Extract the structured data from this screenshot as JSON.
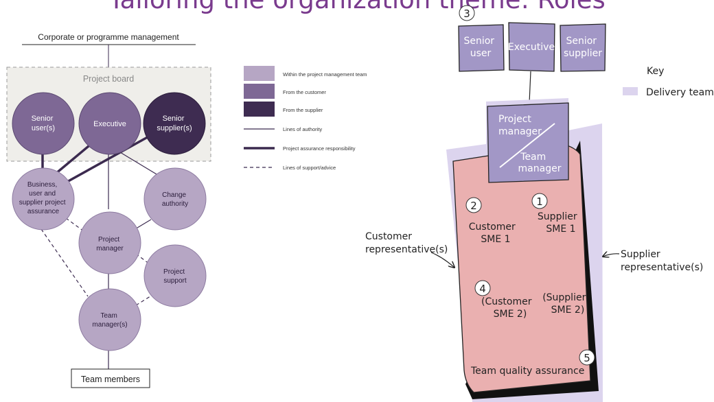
{
  "slide": {
    "title": "Tailoring the organization theme: Roles"
  },
  "left_diagram": {
    "top_label": "Corporate or programme management",
    "project_board_label": "Project board",
    "nodes": {
      "senior_user": [
        "Senior",
        "user(s)"
      ],
      "executive": [
        "Executive"
      ],
      "senior_supplier": [
        "Senior",
        "supplier(s)"
      ],
      "assurance": [
        "Business,",
        "user and",
        "supplier project",
        "assurance"
      ],
      "change_authority": [
        "Change",
        "authority"
      ],
      "project_manager": [
        "Project",
        "manager"
      ],
      "project_support": [
        "Project",
        "support"
      ],
      "team_manager": [
        "Team",
        "manager(s)"
      ]
    },
    "bottom_label": "Team members",
    "legend": [
      "Within the project management team",
      "From the customer",
      "From the supplier",
      "Lines of authority",
      "Project assurance responsibility",
      "Lines of support/advice"
    ],
    "colors": {
      "light": "#b6a6c4",
      "medium": "#7e6895",
      "dark": "#3e2c51",
      "line": "#3b2a4f",
      "board_fill": "#efeeea"
    }
  },
  "right_diagram": {
    "number_top": "3",
    "board": {
      "senior_user": [
        "Senior",
        "user"
      ],
      "executive": [
        "Executive"
      ],
      "senior_supplier": [
        "Senior",
        "supplier"
      ]
    },
    "key_title": "Key",
    "key_item": "Delivery team",
    "pm_card": {
      "line1": [
        "Project",
        "manager"
      ],
      "line2": [
        "Team",
        "manager"
      ]
    },
    "cells": {
      "n1": "1",
      "supplier_sme1": [
        "Supplier",
        "SME 1"
      ],
      "n2": "2",
      "customer_sme1": [
        "Customer",
        "SME 1"
      ],
      "n4": "4",
      "customer_sme2": [
        "(Customer",
        "SME 2)"
      ],
      "supplier_sme2": [
        "(Supplier",
        "SME 2)"
      ],
      "n5": "5",
      "tqa": "Team quality assurance"
    },
    "customer_rep": [
      "Customer",
      "representative(s)"
    ],
    "supplier_rep": [
      "Supplier",
      "representative(s)"
    ],
    "colors": {
      "card": "#a297c6",
      "delivery": "#dcd4ee",
      "pink": "#eab0b0",
      "card_text": "#ffffff",
      "text": "#222222"
    }
  }
}
